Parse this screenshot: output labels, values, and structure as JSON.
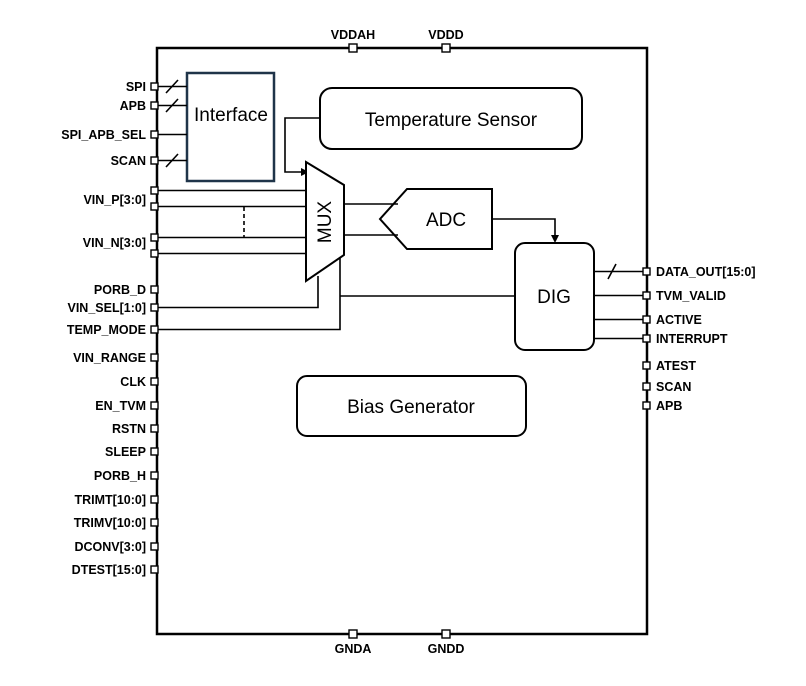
{
  "colors": {
    "line": "#000000",
    "interface_border": "#1f3449",
    "background": "#ffffff"
  },
  "top_pins": [
    "VDDAH",
    "VDDD"
  ],
  "bottom_pins": [
    "GNDA",
    "GNDD"
  ],
  "left_pins": [
    "SPI",
    "APB",
    "SPI_APB_SEL",
    "SCAN",
    "VIN_P[3:0]",
    "VIN_N[3:0]",
    "PORB_D",
    "VIN_SEL[1:0]",
    "TEMP_MODE",
    "VIN_RANGE",
    "CLK",
    "EN_TVM",
    "RSTN",
    "SLEEP",
    "PORB_H",
    "TRIMT[10:0]",
    "TRIMV[10:0]",
    "DCONV[3:0]",
    "DTEST[15:0]"
  ],
  "right_pins": [
    "DATA_OUT[15:0]",
    "TVM_VALID",
    "ACTIVE",
    "INTERRUPT",
    "ATEST",
    "SCAN",
    "APB"
  ],
  "blocks": {
    "interface": "Interface",
    "temperature_sensor": "Temperature Sensor",
    "mux": "MUX",
    "adc": "ADC",
    "dig": "DIG",
    "bias_generator": "Bias Generator"
  }
}
